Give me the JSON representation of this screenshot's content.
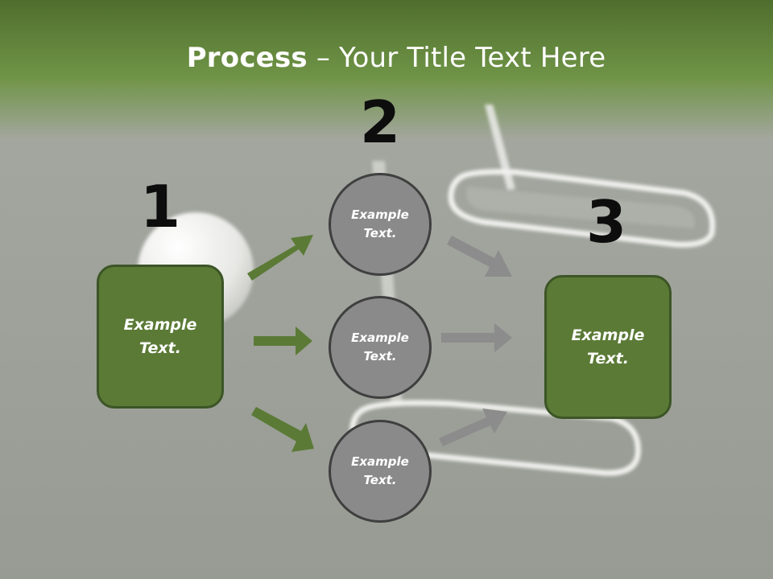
{
  "title": {
    "bold": "Process",
    "rest": " – Your Title Text Here"
  },
  "steps": {
    "one": "1",
    "two": "2",
    "three": "3"
  },
  "nodes": {
    "left_box": "Example\nText.",
    "circle_top": "Example\nText.",
    "circle_middle": "Example\nText.",
    "circle_bottom": "Example\nText.",
    "right_box": "Example\nText."
  },
  "colors": {
    "header_green": "#5a7a35",
    "box_green": "#5b7a36",
    "circle_gray": "#8a8a8a",
    "arrow_green": "#5b7a36",
    "arrow_gray": "#8c8c8c"
  },
  "icons": {
    "arrow": "arrow-right-icon"
  }
}
